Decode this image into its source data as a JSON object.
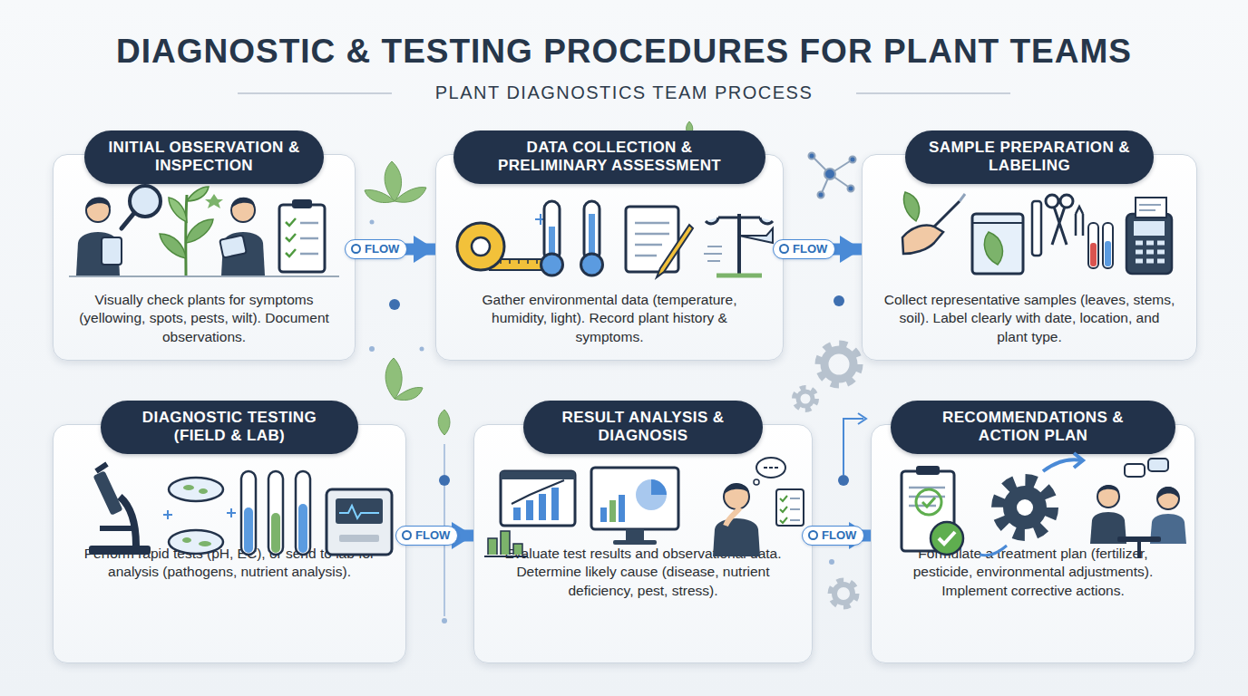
{
  "diagram": {
    "title": "DIAGNOSTIC & TESTING PROCEDURES FOR PLANT TEAMS",
    "nodes": [
      {
        "text": [
          "INITIAL OBSERVATION & INSPECTION",
          "Visually check plants for symptoms (yellowing, spots, pests, wilt). Document observations."
        ]
      },
      {
        "text": [
          "DATA COLLECTION & PRELIMINARY ASSESSMENT",
          "Gather environmental data (temperature, humidity, light). Record plant history & symptoms."
        ]
      },
      {
        "text": [
          "SAMPLE PREPARATION & LABELING",
          "Collect representative samples (leaves, stems, soil). Label clearly with date, location, and plant type."
        ]
      },
      {
        "text": [
          "DIAGNOSTIC TESTING (FIELD & LAB)",
          "Perform rapid tests (pH, EC), or send to lab for analysis (pathogens, nutrient analysis)."
        ]
      },
      {
        "text": [
          "RESULT ANALYSIS & DIAGNOSIS",
          "Evaluate test results and observational data. Determine likely cause (disease, nutrient deficiency, pest, stress)."
        ]
      },
      {
        "text": [
          "RECOMMENDATIONS & ACTION PLAN",
          "Formulate a treatment plan (fertilizer, pesticide, environmental adjustments). Implement corrective actions."
        ]
      }
    ],
    "edges": [
      {
        "from": 0,
        "to": 1,
        "label": "FLOW",
        "arrow": "to"
      },
      {
        "from": 1,
        "to": 2,
        "label": "FLOW",
        "arrow": "to"
      },
      {
        "from": 3,
        "to": 4,
        "label": "FLOW",
        "arrow": "to"
      },
      {
        "from": 4,
        "to": 5,
        "label": "FLOW",
        "arrow": "to"
      }
    ],
    "labels": [
      "PLANT DIAGNOSTICS TEAM PROCESS"
    ]
  }
}
